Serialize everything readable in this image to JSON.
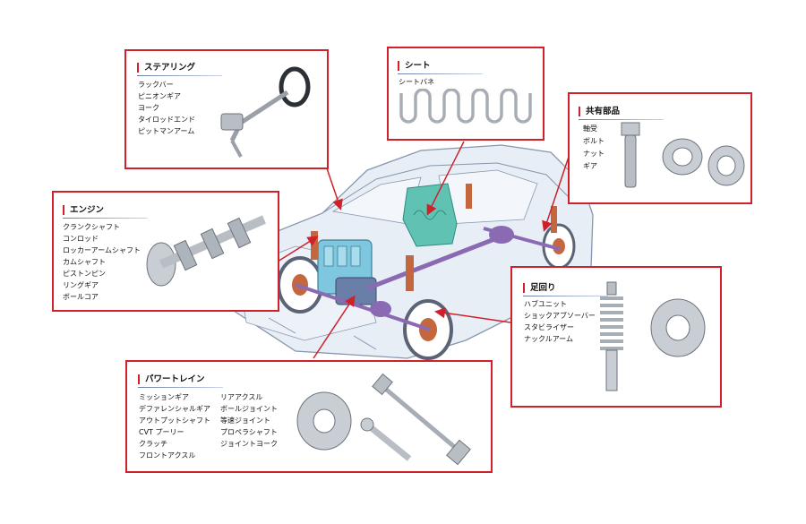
{
  "colors": {
    "frame_red": "#d0202a",
    "car_body": "#dfe8f1",
    "car_outline": "#8797ad",
    "engine": "#7fc6df",
    "seat": "#5fc2b2",
    "drive_shaft": "#8a6bb3",
    "spring": "#c4673e",
    "metal": "#b9bec5"
  },
  "boxes": {
    "steering": {
      "title": "ステアリング",
      "items": [
        "ラックバー",
        "ピニオンギア",
        "ヨーク",
        "タイロッドエンド",
        "ピットマンアーム"
      ],
      "icon": "steering-column-icon"
    },
    "seat": {
      "title": "シート",
      "items": [
        "シートバネ"
      ],
      "icon": "seat-spring-icon"
    },
    "common_parts": {
      "title": "共有部品",
      "items": [
        "軸受",
        "ボルト",
        "ナット",
        "ギア"
      ],
      "icon": "bearing-bolt-icon"
    },
    "engine": {
      "title": "エンジン",
      "items": [
        "クランクシャフト",
        "コンロッド",
        "ロッカーアームシャフト",
        "カムシャフト",
        "ピストンピン",
        "リングギア",
        "ボールコア"
      ],
      "icon": "crankshaft-icon"
    },
    "suspension": {
      "title": "足回り",
      "items": [
        "ハブユニット",
        "ショックアブソーバー",
        "スタビライザー",
        "ナックルアーム"
      ],
      "icon": "shock-absorber-icon"
    },
    "powertrain": {
      "title": "パワートレイン",
      "items_col1": [
        "ミッションギア",
        "デファレンシャルギア",
        "アウトプットシャフト",
        "CVT プーリー",
        "クラッチ",
        "フロントアクスル"
      ],
      "items_col2": [
        "リアアクスル",
        "ボールジョイント",
        "等速ジョイント",
        "プロペラシャフト",
        "ジョイントヨーク"
      ],
      "icon": "drive-shaft-icon"
    }
  }
}
